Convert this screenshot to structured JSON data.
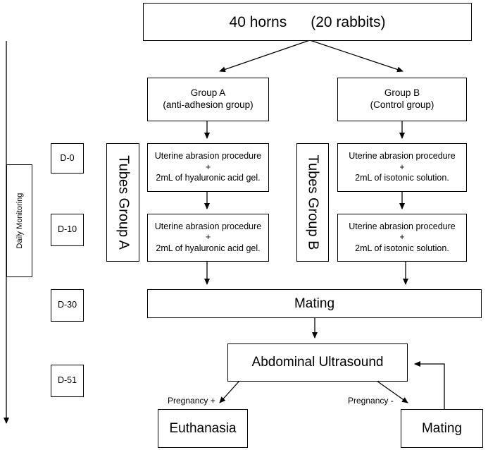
{
  "top": {
    "horns": "40 horns",
    "rabbits": "(20 rabbits)"
  },
  "group_a": {
    "title": "Group A",
    "subtitle": "(anti-adhesion group)"
  },
  "group_b": {
    "title": "Group B",
    "subtitle": "(Control group)"
  },
  "procedure": {
    "abrasion": "Uterine abrasion procedure",
    "plus": "+",
    "hyaluronic": "2mL of hyaluronic acid gel.",
    "isotonic": "2mL of isotonic solution."
  },
  "tubes": {
    "a": "Tubes Group A",
    "b": "Tubes Group B"
  },
  "timeline": {
    "label": "Daily Monitoring",
    "days": [
      "D-0",
      "D-10",
      "D-30",
      "D-51"
    ]
  },
  "mating": "Mating",
  "ultrasound": "Abdominal Ultrasound",
  "outcomes": {
    "pregnancy_positive": "Pregnancy +",
    "pregnancy_negative": "Pregnancy -",
    "euthanasia": "Euthanasia",
    "mating_again": "Mating"
  }
}
